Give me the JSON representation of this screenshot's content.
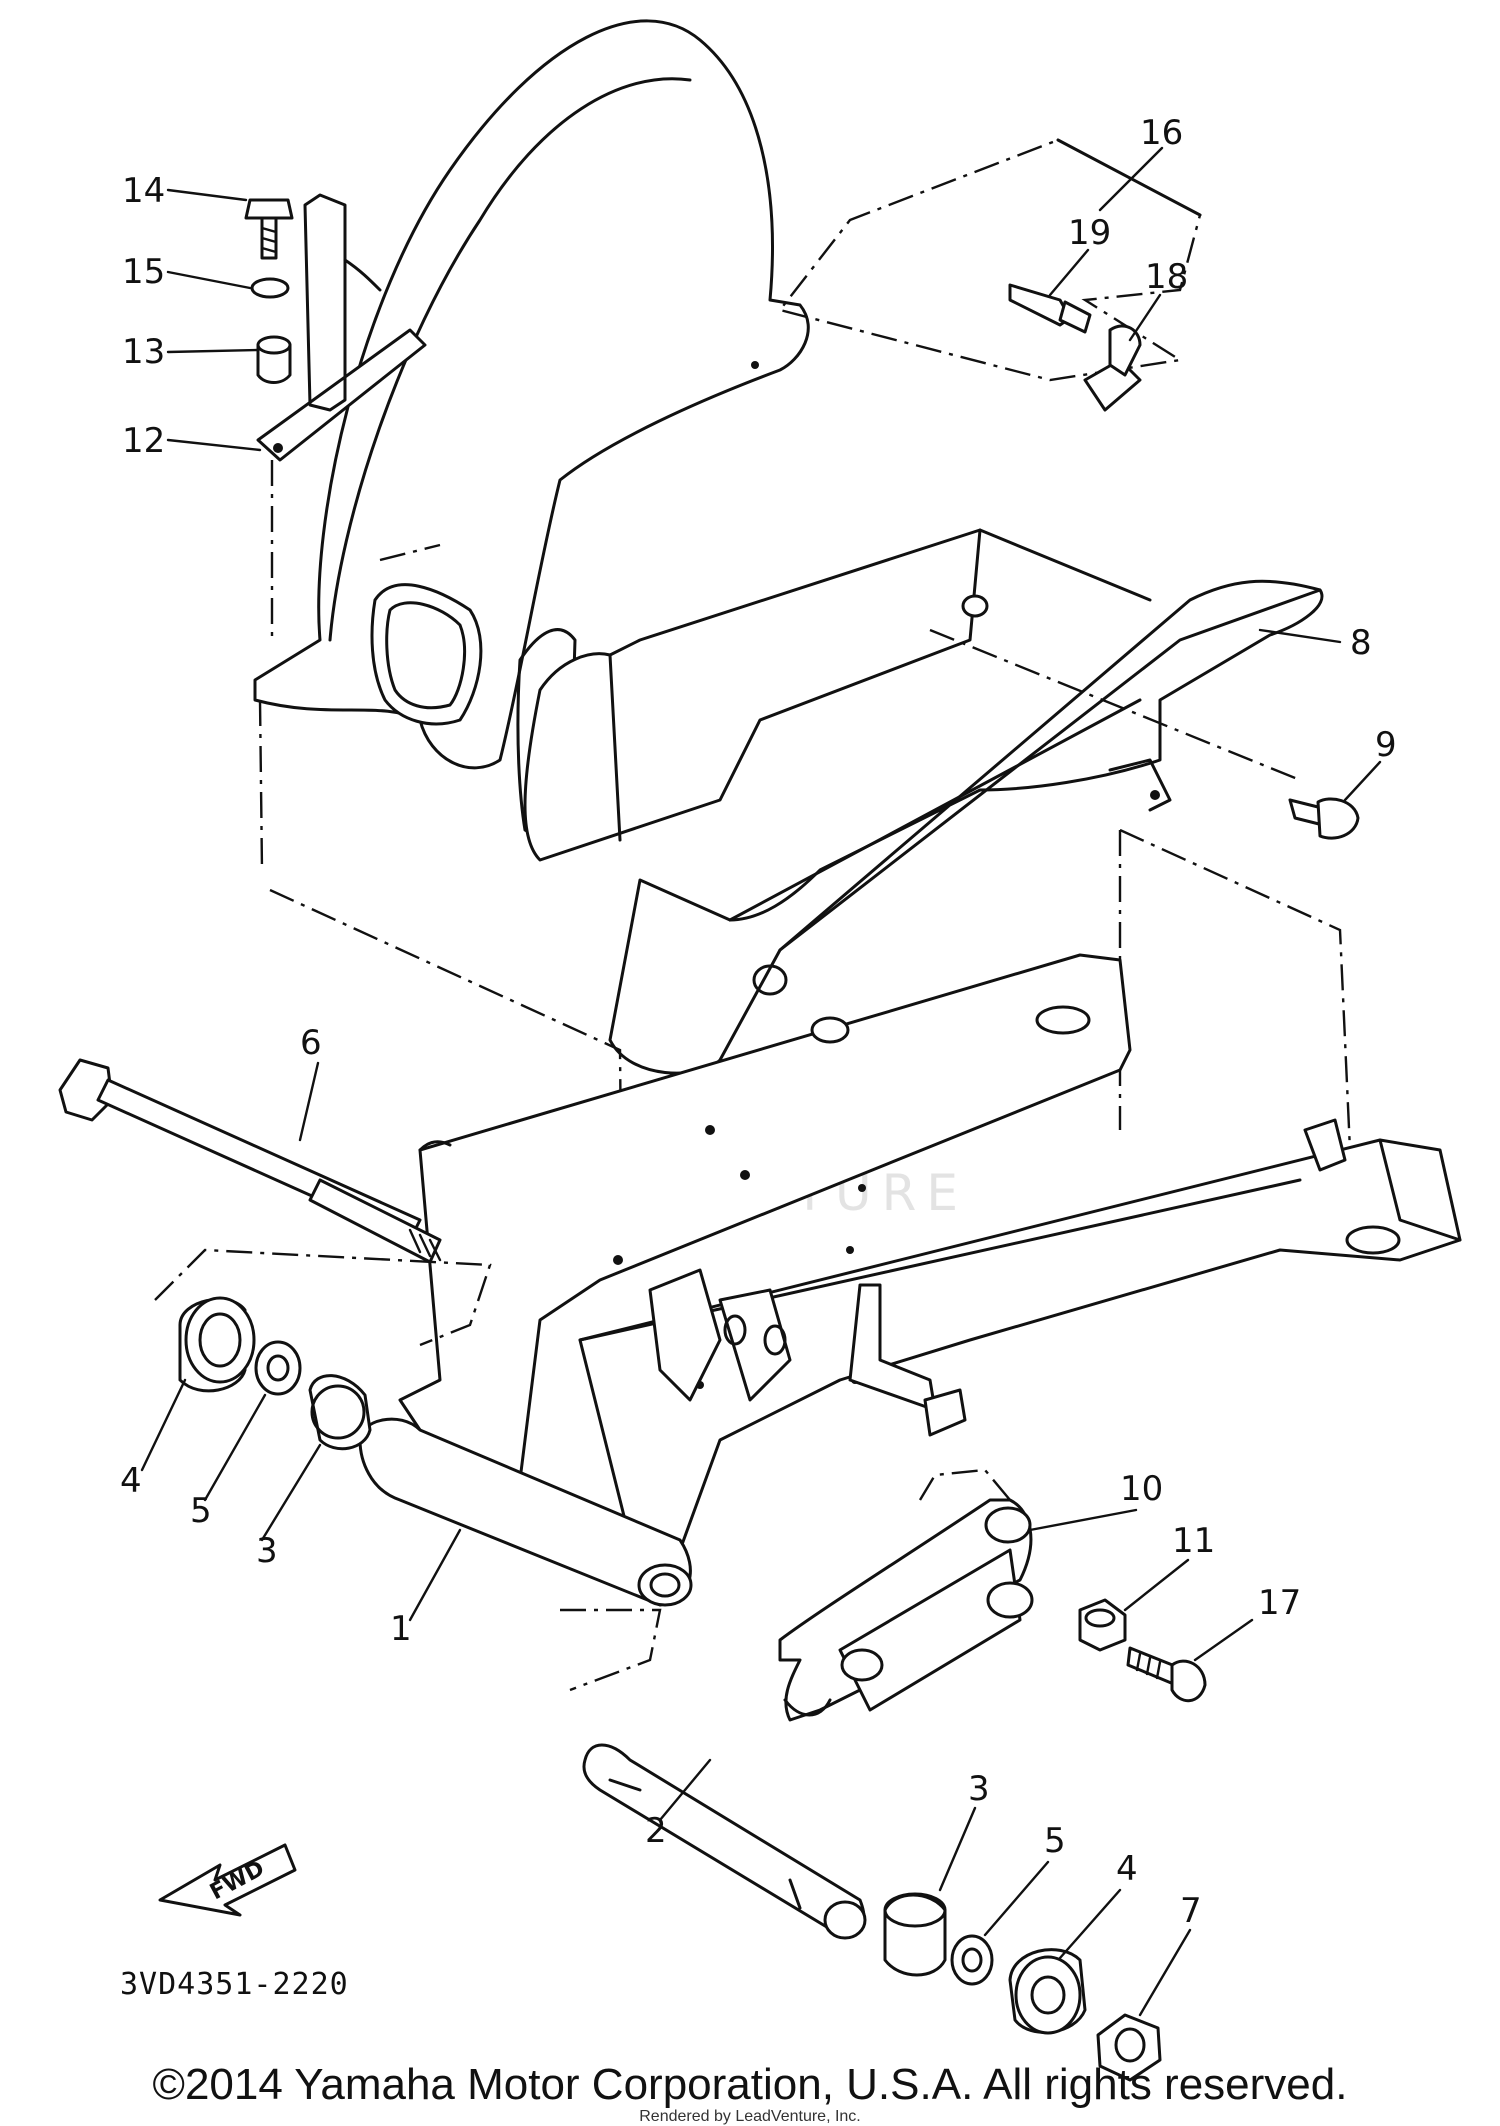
{
  "diagram": {
    "watermark": "LEADVENTURE",
    "drawing_code": "3VD4351-2220",
    "fwd_label": "FWD",
    "callouts": [
      "1",
      "2",
      "3",
      "3",
      "4",
      "4",
      "5",
      "5",
      "6",
      "7",
      "8",
      "9",
      "10",
      "11",
      "12",
      "13",
      "14",
      "15",
      "16",
      "17",
      "18",
      "19"
    ]
  },
  "footer": {
    "copyright": "©2014 Yamaha Motor Corporation, U.S.A. All rights reserved.",
    "rendered_by": "Rendered by LeadVenture, Inc."
  }
}
